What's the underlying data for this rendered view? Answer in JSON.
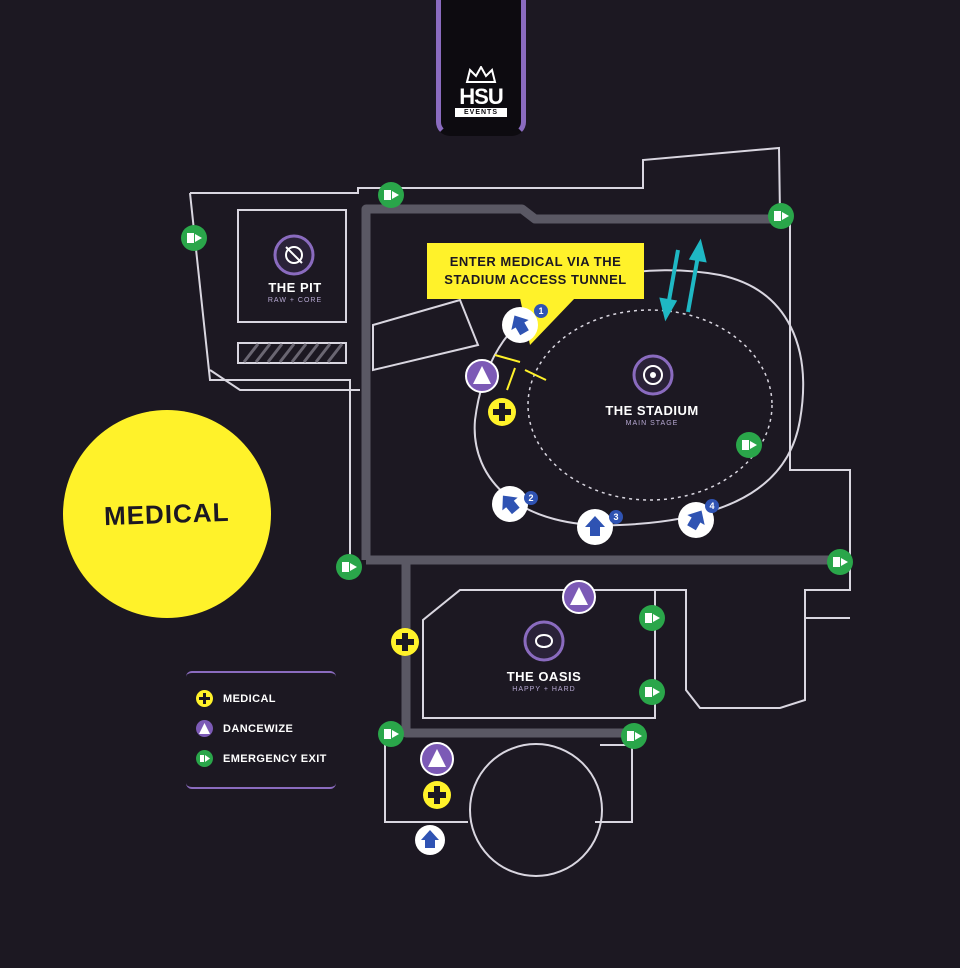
{
  "brand": {
    "logo_main": "HSU",
    "logo_sub": "EVENTS"
  },
  "venues": {
    "pit": {
      "name": "THE PIT",
      "sub": "RAW + CORE"
    },
    "stadium": {
      "name": "THE STADIUM",
      "sub": "MAIN STAGE"
    },
    "oasis": {
      "name": "THE OASIS",
      "sub": "HAPPY + HARD"
    }
  },
  "callout": {
    "line1": "ENTER MEDICAL VIA THE",
    "line2": "STADIUM ACCESS TUNNEL"
  },
  "badge": {
    "label": "MEDICAL"
  },
  "legend": {
    "items": [
      {
        "label": "MEDICAL",
        "icon": "medical-cross-icon"
      },
      {
        "label": "DANCEWIZE",
        "icon": "dancewize-icon"
      },
      {
        "label": "EMERGENCY EXIT",
        "icon": "emergency-exit-icon"
      }
    ]
  },
  "stadium_markers": [
    "1",
    "2",
    "3",
    "4"
  ],
  "colors": {
    "background": "#1c1822",
    "accent_yellow": "#fff22a",
    "accent_purple": "#8a6bbf",
    "exit_green": "#2aa64a",
    "route_grey": "#5a5864",
    "arrow_teal": "#1fb8c4"
  }
}
